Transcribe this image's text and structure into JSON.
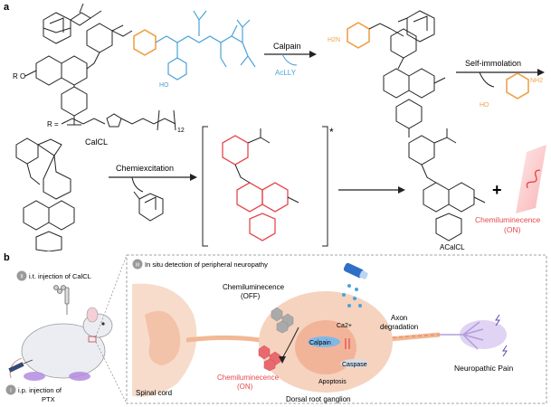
{
  "panel_a": {
    "label": "a",
    "r_group_label": "R =",
    "r_group_suffix": "12",
    "probe_name": "CalCL",
    "ring_label_r": "R",
    "ring_label_o": "O",
    "step1_enzyme": "Calpain",
    "step1_byproduct": "AcLLY",
    "step2_label": "Self-immolation",
    "step3_label": "Chemiexcitation",
    "excited_state_mark": "*",
    "product_name": "ACalCL",
    "plus_sign": "+",
    "output_label_line1": "Chemiluminecence",
    "output_label_line2": "(ON)",
    "amine_label": "H2N",
    "nh2_label": "NH2",
    "ho_label": "HO",
    "colors": {
      "orange_ring": "#f0a24a",
      "blue_peptide": "#4aa3d8",
      "red_dye": "#e5484d"
    }
  },
  "panel_b": {
    "label": "b",
    "step2_num": "II",
    "step2_text": "i.t. injection of CalCL",
    "step1_num": "I",
    "step1_text_line1": "i.p. injection of",
    "step1_text_line2": "PTX",
    "step3_num": "III",
    "step3_text": "In situ detection of peripheral neuropathy",
    "cl_off_line1": "Chemiluminecence",
    "cl_off_line2": "(OFF)",
    "cl_on_line1": "Chemiluminecence",
    "cl_on_line2": "(ON)",
    "calcium": "Ca2+",
    "calpain": "Calpain",
    "caspase": "Caspase",
    "apoptosis": "Apoptosis",
    "axon_line1": "Axon",
    "axon_line2": "degradation",
    "spinal_cord": "Spinal cord",
    "drg": "Dorsal root ganglion",
    "neuropathic_pain": "Neuropathic Pain"
  }
}
